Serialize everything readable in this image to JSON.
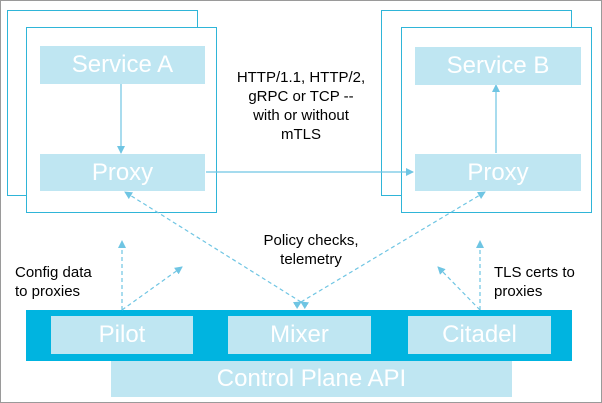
{
  "nodes": {
    "service_a": "Service A",
    "service_b": "Service B",
    "proxy_a": "Proxy",
    "proxy_b": "Proxy",
    "pilot": "Pilot",
    "mixer": "Mixer",
    "citadel": "Citadel",
    "control_plane_api": "Control Plane API"
  },
  "labels": {
    "traffic": [
      "HTTP/1.1, HTTP/2,",
      "gRPC or TCP --",
      "with or without",
      "mTLS"
    ],
    "policy": [
      "Policy checks,",
      "telemetry"
    ],
    "config": [
      "Config data",
      "to proxies"
    ],
    "tls": [
      "TLS certs to",
      "proxies"
    ]
  },
  "colors": {
    "box_fill": "#bfe6f2",
    "box_text": "#ffffff",
    "frame_border": "#2fb5d8",
    "control_bar": "#00b4e0",
    "arrow": "#6fc5e3"
  }
}
